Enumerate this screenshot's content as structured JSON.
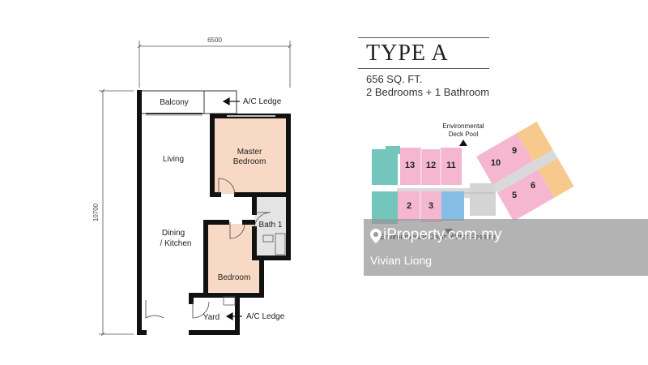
{
  "unit": {
    "type_title": "TYPE A",
    "area": "656 SQ. FT.",
    "layout": "2 Bedrooms + 1 Bathroom"
  },
  "floorplan": {
    "width_dim": "6500",
    "height_dim": "10700",
    "rooms": {
      "balcony": "Balcony",
      "ac_ledge_top": "A/C Ledge",
      "living": "Living",
      "master_1": "Master",
      "master_2": "Bedroom",
      "bath": "Bath 1",
      "dining_1": "Dining",
      "dining_2": "/ Kitchen",
      "bedroom": "Bedroom",
      "yard": "Yard",
      "ac_ledge_bottom": "A/C Ledge"
    },
    "colors": {
      "bedroom_fill": "#f8d9c6",
      "bath_fill": "#e4e4e4",
      "wall": "#111111"
    }
  },
  "keyplan": {
    "label_top_1": "Environmental",
    "label_top_2": "Deck Pool",
    "label_bottom": "Environmental Oasis Water Feature",
    "units": [
      "13",
      "12",
      "11",
      "2",
      "3",
      "10",
      "9",
      "5",
      "6"
    ],
    "colors": {
      "teal": "#74c6bd",
      "pink": "#f4b7cf",
      "blue": "#86bde6",
      "orange": "#f7c98c",
      "grey": "#cfcfcf"
    }
  },
  "watermark": {
    "brand": "iProperty.com.my",
    "agent": "Vivian Liong"
  }
}
